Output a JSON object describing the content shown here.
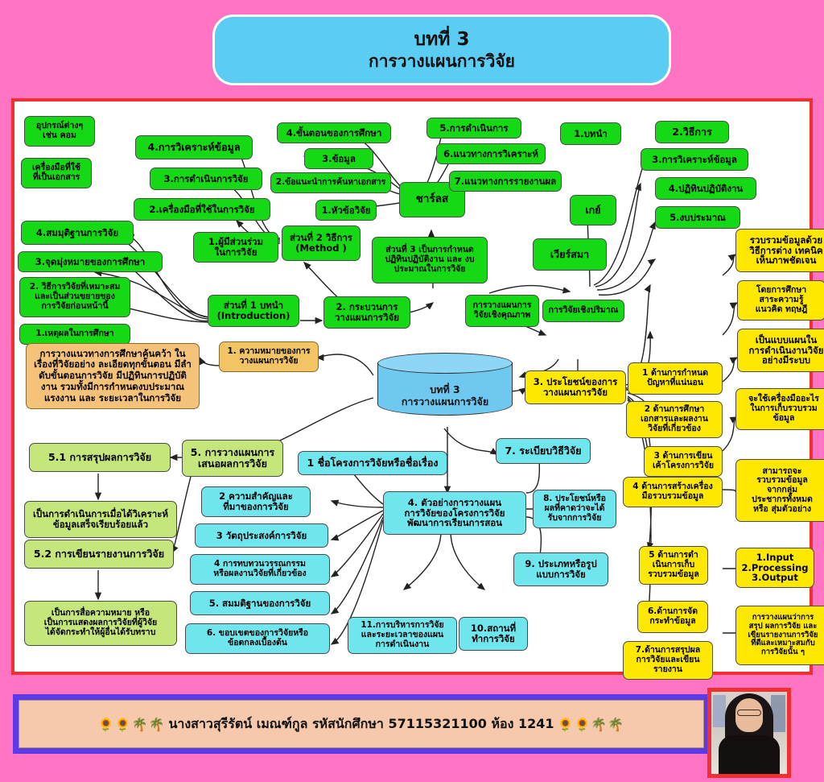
{
  "title": {
    "line1": "บทที่ 3",
    "line2": "การวางแผนการวิจัย"
  },
  "center": {
    "label": "บทที่ 3\nการวางแผนการวิจัย"
  },
  "colors": {
    "page_background": "#FF73C3",
    "canvas_background": "#FFFFFF",
    "canvas_border": "#F03030",
    "title_fill": "#5BCCF2",
    "green": "#16D916",
    "yellow": "#FFE800",
    "cyan": "#6FE6EE",
    "olive": "#C5E67A",
    "orange": "#F5C27A",
    "gold": "#F3C463",
    "center_cylinder": "#6FC8F0",
    "footer_band": "#5B3BE8",
    "footer_inner": "#F7C9AC"
  },
  "nodes": {
    "g_equip": "อุปกรณ์ต่างๆ\nเช่น คอม",
    "g_tool_doc": "เครื่องมือที่ใช้\nที่เป็นเอกสาร",
    "g_hypothesis": "4.สมมุติฐานการวิจัย",
    "g_aim": "3.จุดมุ่งหมายของการศึกษา",
    "g_method_fit": "2. วิธีการวิจัยที่เหมาะสม\nและเป็นส่วนขยายของ\nการวิจัยก่อนหน้านี้",
    "g_reason": "1.เหตุผลในการศึกษา",
    "g_analysis4": "4.การวิเคราะห์ข้อมูล",
    "g_conduct3": "3.การดำเนินการวิจัย",
    "g_tools2": "2.เครื่องมือที่ใช้ในการวิจัย",
    "g_participants1": "1.ผู้มีส่วนร่วม\nในการวิจัย",
    "g_steps4": "4.ขั้นตอนของการศึกษา",
    "g_data3": "3.ข้อมูล",
    "g_suggest2": "2.ข้อแนะนำการค้นหาเอกสาร",
    "g_topic1": "1.หัวข้อวิจัย",
    "g_charles": "ชาร์ลส",
    "g_part2": "ส่วนที่ 2 วิธีการ\n(Method )",
    "g_part1": "ส่วนที่ 1 บทนำ\n(Introduction)",
    "g_part3": "ส่วนที่ 3 เป็นการกำหนด\nปฏิทินปฏิบัติงาน และ งบ\nประมาณในการวิจัย",
    "g_process2": "2. กระบวนการ\nวางแผนการวิจัย",
    "g_oper5": "5.การดำเนินการ",
    "g_guide_analysis6": "6.แนวทางการวิเคราะห์",
    "g_guide_report7": "7.แนวทางการรายงานผล",
    "g_intro1": "1.บทนำ",
    "g_method2": "2.วิธีการ",
    "g_analysis3": "3.การวิเคราะห์ข้อมูล",
    "g_calendar4": "4.ปฏิทินปฏิบัติงาน",
    "g_budget5": "5.งบประมาณ",
    "g_gay": "เกย์",
    "g_wiersma": "เวียร์สมา",
    "g_qual_plan": "การวางแผนการ\nวิจัยเชิงคุณภาพ",
    "g_quant": "การวิจัยเชิงปริมาณ",
    "o_meaning1": "1. ความหมายของการ\nวางแผนการวิจัย",
    "o_definition": "การวางแนวทางการศึกษาค้นคว้า ใน\nเรื่องที่วิจัยอย่าง ละเอียดทุกขั้นตอน มีลำ\nดับขั้นตอนการวิจัย มีปฏิทินการปฏิบัติ\nงาน รวมทั้งมีการกำหนดงบประมาณ\nแรงงาน และ ระยะเวลาในการวิจัย",
    "y_benefit3": "3. ประโยชน์ของการ\nวางแผนการวิจัย",
    "y_aspect1": "1 ด้านการกำหนด\nปัญหาที่แน่นอน",
    "y_aspect1_r": "รวบรวมข้อมูลด้วย\nวิธีการต่าง เทคนิค\nเห็นภาพชัดเจน",
    "y_aspect2": "2 ด้านการศึกษา\nเอกสารและผลงาน\nวิจัยที่เกี่ยวข้อง",
    "y_aspect2_r": "โดยการศึกษา\nสาระความรู้\nแนวคิด ทฤษฎี",
    "y_aspect3": "3 ด้านการเขียน\nเค้าโครงการวิจัย",
    "y_aspect3_r": "เป็นแบบแผนใน\nการดำเนินงานวิจัย\nอย่างมีระบบ",
    "y_aspect4": "4 ด้านการสร้างเครื่อง\nมือรวบรวมข้อมูล",
    "y_aspect4_r": "จะใช้เครื่องมืออะไร\nในการเก็บรวบรวม\nข้อมูล",
    "y_aspect5": "5 ด้านการดำ\nเนินการเก็บ\nรวบรวมข้อมูล",
    "y_aspect5_r": "สามารถจะ\nรวบรวมข้อมูล\nจากกลุ่ม\nประชากรทั้งหมด\nหรือ สุ่มตัวอย่าง",
    "y_aspect6": "6.ด้านการจัด\nกระทำข้อมูล",
    "y_aspect6_r": "1.Input\n2.Processing\n3.Output",
    "y_aspect7": "7.ด้านการสรุปผล\nการวิจัยและเขียน\nรายงาน",
    "y_aspect7_r": "การวางแผนว่าการ\nสรุป ผลการวิจัย และ\nเขียนรายงานการวิจัย\nที่ดีและเหมาะสมกับ\nการวิจัยนั้น ๆ",
    "ol_plan5": "5. การวางแผนการ\nเสนอผลการวิจัย",
    "ol_sum51": "5.1 การสรุปผลการวิจัย",
    "ol_sum51_d": "เป็นการดำเนินการเมื่อได้วิเคราะห์\nข้อมูลเสร็จเรียบร้อยแล้ว",
    "ol_rep52": "5.2 การเขียนรายงานการวิจัย",
    "ol_rep52_d": "เป็นการสื่อความหมาย หรือ\nเป็นการแสดงผลการวิจัยที่ผู้วิจัย\nได้จัดกระทำให้ผู้อื่นได้รับทราบ",
    "c_name1": "1 ชื่อโครงการวิจัยหรือชื่อเรื่อง",
    "c_import2": "2 ความสำคัญและ\nที่มาของการวิจัย",
    "c_obj3": "3 วัตถุประสงค์การวิจัย",
    "c_lit4": "4 การทบทวนวรรณกรรม\nหรือผลงานวิจัยที่เกี่ยวข้อง",
    "c_hyp5": "5. สมมติฐานของการวิจัย",
    "c_scope6": "6. ขอบเขตของการวิจัยหรือ\nข้อตกลงเบื้องต้น",
    "c_sample4": "4. ตัวอย่างการวางแผน\nการวิจัยของโครงการวิจัย\nพัฒนาการเรียนการสอน",
    "c_method7": "7. ระเบียบวิธีวิจัย",
    "c_benefit8": "8. ประโยชน์หรือ\nผลที่คาดว่าจะได้\nรับจากการวิจัย",
    "c_type9": "9. ประเภทหรือรูป\nแบบการวิจัย",
    "c_place10": "10.สถานที่\nทำการวิจัย",
    "c_admin11": "11.การบริหารการวิจัย\nและระยะเวลาของแผน\nการดำเนินงาน"
  },
  "footer": {
    "deco_left": "🌻🌻🌴🌴",
    "text": "นางสาวสุรีรัตน์ เมณฑ์กูล รหัสนักศึกษา 57115321100 ห้อง 1241",
    "deco_right": "🌻🌻🌴🌴"
  }
}
